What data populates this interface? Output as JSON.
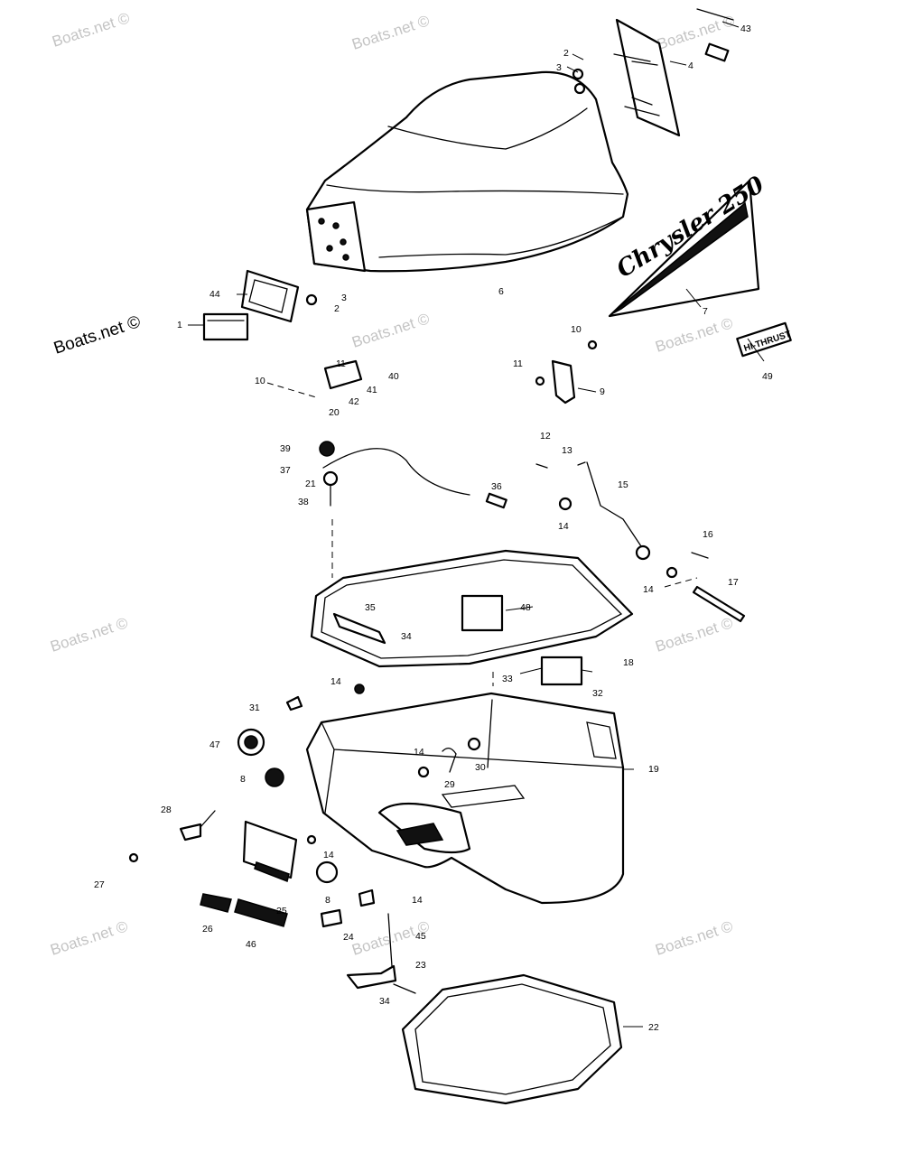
{
  "watermark": "Boats.net ©",
  "decal_text": "Chrysler 250",
  "badge_text": "HI-THRUST",
  "callouts": [
    {
      "id": "c1",
      "label": "1"
    },
    {
      "id": "c2a",
      "label": "2"
    },
    {
      "id": "c2b",
      "label": "2"
    },
    {
      "id": "c3a",
      "label": "3"
    },
    {
      "id": "c3b",
      "label": "3"
    },
    {
      "id": "c4",
      "label": "4"
    },
    {
      "id": "c6",
      "label": "6"
    },
    {
      "id": "c7",
      "label": "7"
    },
    {
      "id": "c8a",
      "label": "8"
    },
    {
      "id": "c8b",
      "label": "8"
    },
    {
      "id": "c9",
      "label": "9"
    },
    {
      "id": "c10a",
      "label": "10"
    },
    {
      "id": "c10b",
      "label": "10"
    },
    {
      "id": "c11a",
      "label": "11"
    },
    {
      "id": "c11b",
      "label": "11"
    },
    {
      "id": "c12",
      "label": "12"
    },
    {
      "id": "c13",
      "label": "13"
    },
    {
      "id": "c14a",
      "label": "14"
    },
    {
      "id": "c14b",
      "label": "14"
    },
    {
      "id": "c14c",
      "label": "14"
    },
    {
      "id": "c14d",
      "label": "14"
    },
    {
      "id": "c14e",
      "label": "14"
    },
    {
      "id": "c14f",
      "label": "14"
    },
    {
      "id": "c15",
      "label": "15"
    },
    {
      "id": "c16",
      "label": "16"
    },
    {
      "id": "c17",
      "label": "17"
    },
    {
      "id": "c18",
      "label": "18"
    },
    {
      "id": "c19",
      "label": "19"
    },
    {
      "id": "c20",
      "label": "20"
    },
    {
      "id": "c21",
      "label": "21"
    },
    {
      "id": "c22",
      "label": "22"
    },
    {
      "id": "c23",
      "label": "23"
    },
    {
      "id": "c24",
      "label": "24"
    },
    {
      "id": "c25",
      "label": "25"
    },
    {
      "id": "c26",
      "label": "26"
    },
    {
      "id": "c27",
      "label": "27"
    },
    {
      "id": "c28",
      "label": "28"
    },
    {
      "id": "c29",
      "label": "29"
    },
    {
      "id": "c30",
      "label": "30"
    },
    {
      "id": "c31",
      "label": "31"
    },
    {
      "id": "c32",
      "label": "32"
    },
    {
      "id": "c33",
      "label": "33"
    },
    {
      "id": "c34a",
      "label": "34"
    },
    {
      "id": "c34b",
      "label": "34"
    },
    {
      "id": "c35",
      "label": "35"
    },
    {
      "id": "c36",
      "label": "36"
    },
    {
      "id": "c37",
      "label": "37"
    },
    {
      "id": "c38",
      "label": "38"
    },
    {
      "id": "c39",
      "label": "39"
    },
    {
      "id": "c40",
      "label": "40"
    },
    {
      "id": "c41",
      "label": "41"
    },
    {
      "id": "c42",
      "label": "42"
    },
    {
      "id": "c43",
      "label": "43"
    },
    {
      "id": "c44",
      "label": "44"
    },
    {
      "id": "c45",
      "label": "45"
    },
    {
      "id": "c46",
      "label": "46"
    },
    {
      "id": "c47",
      "label": "47"
    },
    {
      "id": "c48",
      "label": "48"
    },
    {
      "id": "c49",
      "label": "49"
    }
  ]
}
